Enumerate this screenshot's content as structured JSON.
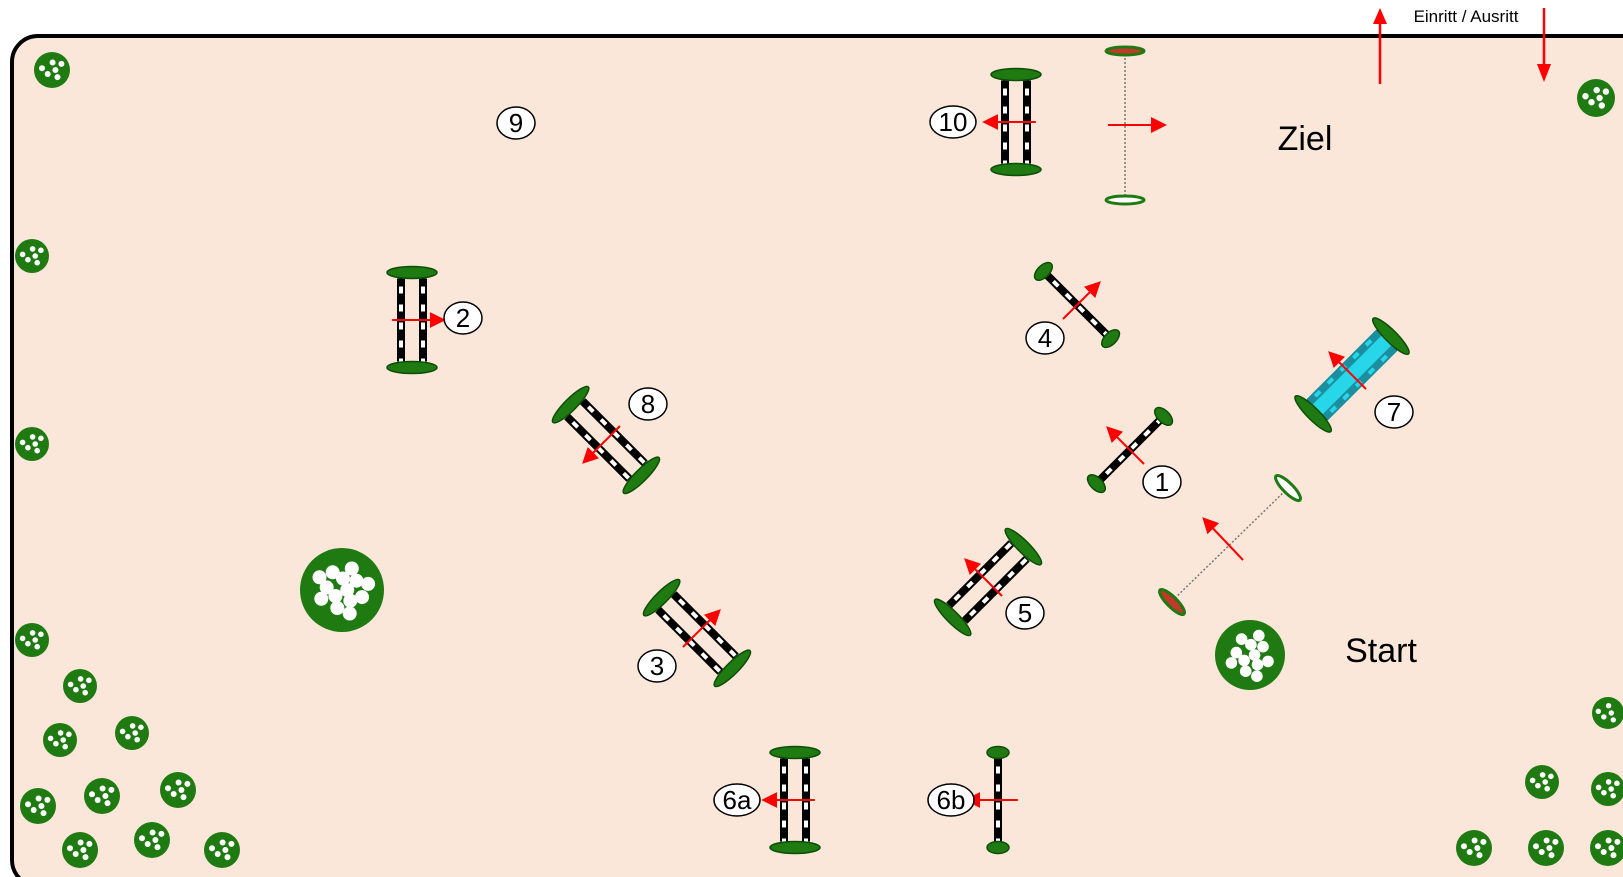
{
  "entrance": {
    "label": "Einritt / Ausritt"
  },
  "finish": {
    "label": "Ziel"
  },
  "start": {
    "label": "Start"
  },
  "obstacles": [
    {
      "label": "1",
      "kind": "vertical"
    },
    {
      "label": "2",
      "kind": "oxer"
    },
    {
      "label": "3",
      "kind": "oxer"
    },
    {
      "label": "4",
      "kind": "vertical"
    },
    {
      "label": "5",
      "kind": "oxer"
    },
    {
      "label": "6a",
      "kind": "oxer"
    },
    {
      "label": "6b",
      "kind": "vertical"
    },
    {
      "label": "7",
      "kind": "water-oxer"
    },
    {
      "label": "8",
      "kind": "oxer"
    },
    {
      "label": "9",
      "kind": "marker"
    },
    {
      "label": "10",
      "kind": "oxer"
    }
  ],
  "colors": {
    "arena_fill": "#fbe7d9",
    "arena_border": "#000000",
    "hedge": "#1f7a12",
    "pole_dark": "#000000",
    "pole_light": "#ffffff",
    "water": "#27d6e8",
    "direction_arrow": "#ff0000"
  }
}
